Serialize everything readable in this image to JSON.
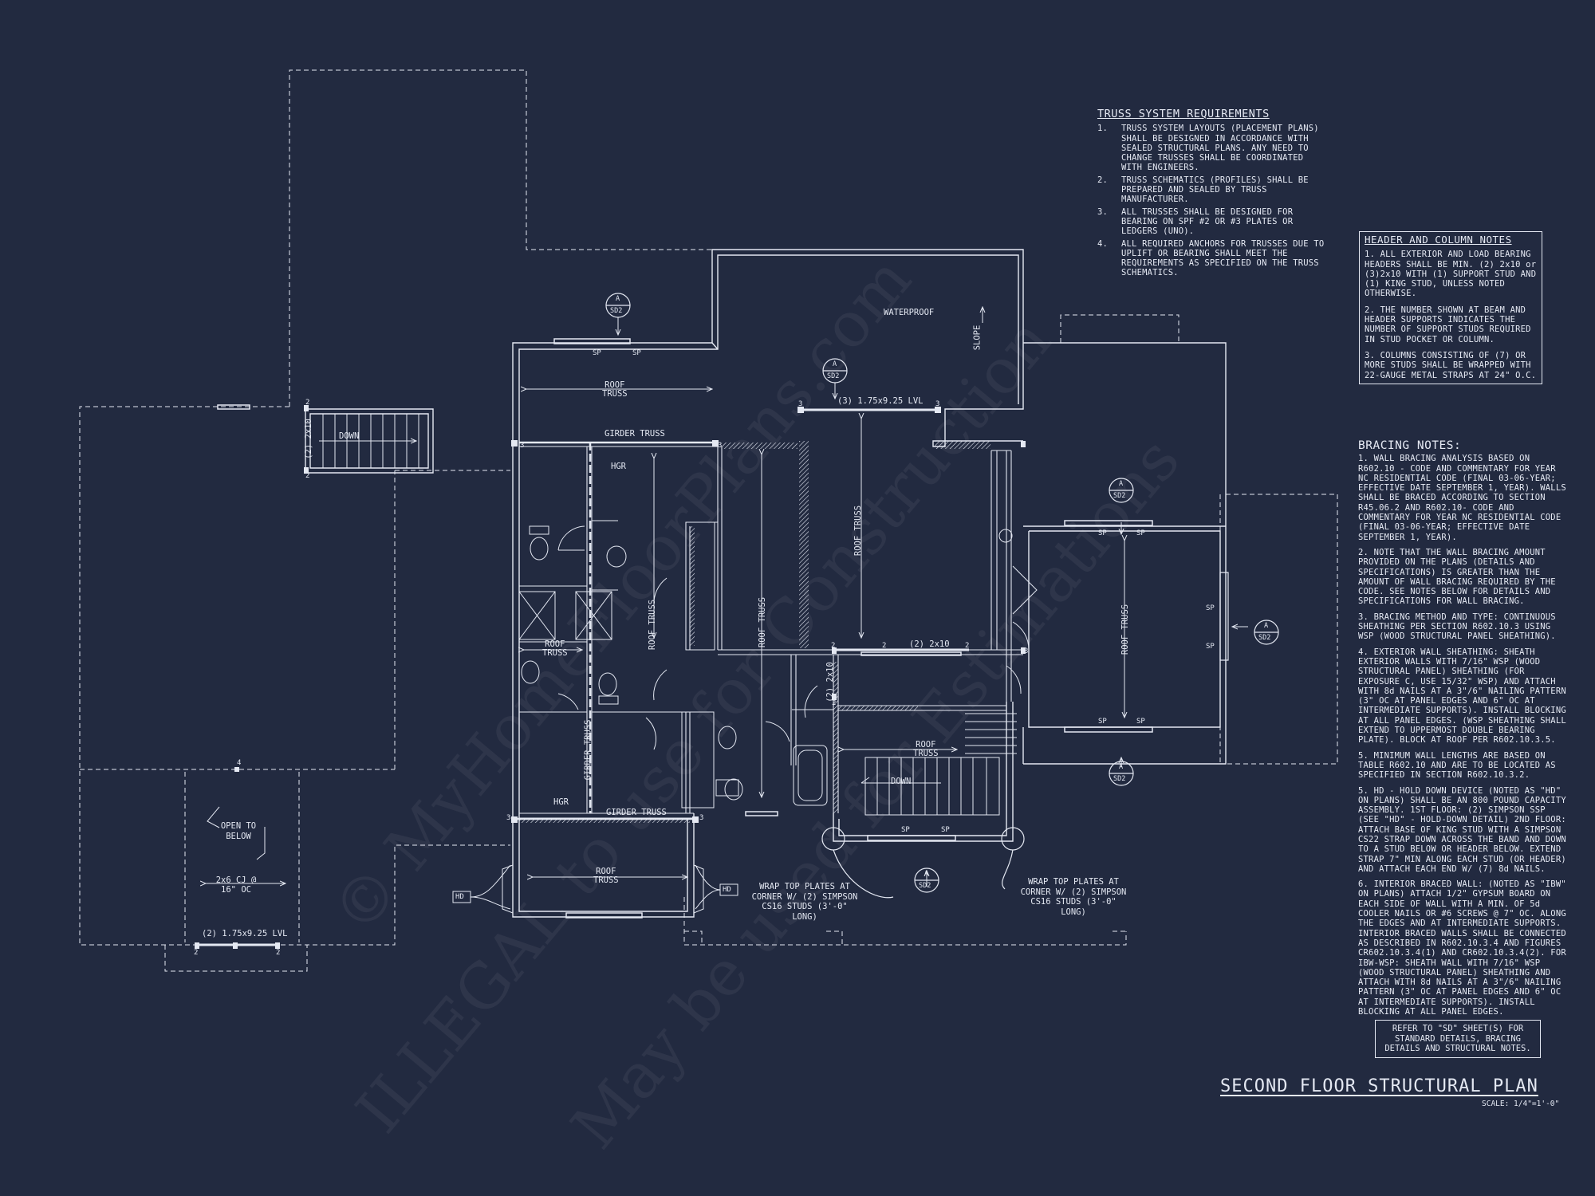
{
  "colors": {
    "background": "#222a40",
    "line": "#e4e8f2",
    "watermark": "rgba(255,255,255,0.055)"
  },
  "watermark": {
    "line1": "© MyHomeFloorPlans.com",
    "line2": "ILLEGAL to use for Construction",
    "line3": "May be used for Estimations"
  },
  "truss_notes": {
    "title": "TRUSS SYSTEM REQUIREMENTS",
    "items": [
      {
        "num": "1.",
        "text": "TRUSS SYSTEM LAYOUTS (PLACEMENT PLANS) SHALL BE DESIGNED IN ACCORDANCE WITH SEALED STRUCTURAL PLANS. ANY NEED TO CHANGE TRUSSES SHALL BE COORDINATED WITH ENGINEERS."
      },
      {
        "num": "2.",
        "text": "TRUSS SCHEMATICS (PROFILES) SHALL BE PREPARED AND SEALED BY TRUSS MANUFACTURER."
      },
      {
        "num": "3.",
        "text": "ALL TRUSSES SHALL BE DESIGNED FOR BEARING ON SPF #2 OR #3 PLATES OR LEDGERS (UNO)."
      },
      {
        "num": "4.",
        "text": "ALL REQUIRED ANCHORS FOR TRUSSES DUE TO UPLIFT OR BEARING SHALL MEET THE REQUIREMENTS AS SPECIFIED ON THE TRUSS SCHEMATICS."
      }
    ]
  },
  "header_notes": {
    "title": "HEADER AND COLUMN NOTES",
    "paragraphs": [
      "1. ALL EXTERIOR AND LOAD BEARING HEADERS SHALL BE MIN. (2) 2x10 or (3)2x10 WITH (1) SUPPORT STUD AND (1) KING STUD, UNLESS NOTED OTHERWISE.",
      "2. THE NUMBER SHOWN AT BEAM AND HEADER SUPPORTS INDICATES THE NUMBER OF SUPPORT STUDS REQUIRED IN STUD POCKET OR COLUMN.",
      "3. COLUMNS CONSISTING OF (7) OR MORE STUDS SHALL BE WRAPPED WITH 22-GAUGE METAL STRAPS AT 24\" O.C."
    ]
  },
  "bracing_notes": {
    "title": "BRACING NOTES:",
    "paragraphs": [
      "1. WALL BRACING ANALYSIS BASED ON R602.10 - CODE AND COMMENTARY FOR YEAR NC RESIDENTIAL CODE (FINAL 03-06-YEAR; EFFECTIVE DATE SEPTEMBER 1, YEAR). WALLS SHALL BE BRACED ACCORDING TO SECTION R45.06.2 AND R602.10- CODE AND COMMENTARY FOR YEAR NC RESIDENTIAL CODE (FINAL 03-06-YEAR; EFFECTIVE DATE SEPTEMBER 1, YEAR).",
      "2. NOTE THAT THE WALL BRACING AMOUNT PROVIDED ON THE PLANS (DETAILS AND SPECIFICATIONS) IS GREATER THAN THE AMOUNT OF WALL BRACING REQUIRED BY THE CODE. SEE NOTES BELOW FOR DETAILS AND SPECIFICATIONS FOR WALL BRACING.",
      "3. BRACING METHOD AND TYPE: CONTINUOUS SHEATHING PER SECTION R602.10.3 USING WSP (WOOD STRUCTURAL PANEL SHEATHING).",
      "4. EXTERIOR WALL SHEATHING: SHEATH EXTERIOR WALLS WITH 7/16\" WSP (WOOD STRUCTURAL PANEL) SHEATHING (FOR EXPOSURE C, USE 15/32\" WSP) AND ATTACH WITH 8d NAILS AT A 3\"/6\" NAILING PATTERN (3\" OC AT PANEL EDGES AND 6\" OC AT INTERMEDIATE SUPPORTS). INSTALL BLOCKING AT ALL PANEL EDGES. (WSP SHEATHING SHALL EXTEND TO UPPERMOST DOUBLE BEARING PLATE). BLOCK AT ROOF PER R602.10.3.5.",
      "5. MINIMUM WALL LENGTHS ARE BASED ON TABLE R602.10 AND ARE TO BE LOCATED AS SPECIFIED IN SECTION R602.10.3.2.",
      "5. HD - HOLD DOWN DEVICE (NOTED AS \"HD\" ON PLANS) SHALL BE AN 800 POUND CAPACITY ASSEMBLY. 1ST FLOOR: (2) SIMPSON SSP (SEE \"HD\" - HOLD-DOWN DETAIL) 2ND FLOOR: ATTACH BASE OF KING STUD WITH A SIMPSON CS22 STRAP DOWN ACROSS THE BAND AND DOWN TO A STUD BELOW OR HEADER BELOW. EXTEND STRAP 7\" MIN ALONG EACH STUD (OR HEADER) AND ATTACH EACH END W/ (7) 8d NAILS.",
      "6. INTERIOR BRACED WALL: (NOTED AS \"IBW\" ON PLANS) ATTACH 1/2\" GYPSUM BOARD ON EACH SIDE OF WALL WITH A MIN. OF 5d COOLER NAILS OR #6 SCREWS @ 7\" OC. ALONG THE EDGES AND AT INTERMEDIATE SUPPORTS. INTERIOR BRACED WALLS SHALL BE CONNECTED AS DESCRIBED IN R602.10.3.4 AND FIGURES CR602.10.3.4(1) AND CR602.10.3.4(2). FOR IBW-WSP: SHEATH WALL WITH 7/16\" WSP (WOOD STRUCTURAL PANEL) SHEATHING AND ATTACH WITH 8d NAILS AT A 3\"/6\" NAILING PATTERN (3\" OC AT PANEL EDGES AND 6\" OC AT INTERMEDIATE SUPPORTS). INSTALL BLOCKING AT ALL PANEL EDGES."
    ]
  },
  "refer_box": "REFER TO \"SD\" SHEET(S) FOR STANDARD DETAILS, BRACING DETAILS AND STRUCTURAL NOTES.",
  "plan_title": "SECOND FLOOR STRUCTURAL PLAN",
  "plan_scale": "SCALE: 1/4\"=1'-0\"",
  "plan_labels": {
    "waterproof": "WATERPROOF",
    "slope": "SLOPE",
    "lvl_top": "(3) 1.75x9.25 LVL",
    "lvl_bottom": "(2) 1.75x9.25 LVL",
    "girder_truss": "GIRDER TRUSS",
    "girder_truss_v": "GIRDER TRUSS",
    "roof_truss": "ROOF TRUSS",
    "roof": "ROOF",
    "truss": "TRUSS",
    "hgr": "HGR",
    "down": "DOWN",
    "header_2x10": "(2) 2x10",
    "open_to_below": "OPEN TO BELOW",
    "cj": "2x6 CJ @ 16\" OC",
    "wrap_left": "WRAP TOP PLATES AT CORNER W/ (2) SIMPSON CS16 STUDS (3'-0\" LONG)",
    "wrap_right": "WRAP TOP PLATES AT CORNER W/ (2) SIMPSON CS16 STUDS (3'-0\" LONG)",
    "hd": "HD",
    "sp": "SP",
    "sd2": "SD2",
    "section_a": "A",
    "n2": "2",
    "n3": "3",
    "n4": "4"
  }
}
